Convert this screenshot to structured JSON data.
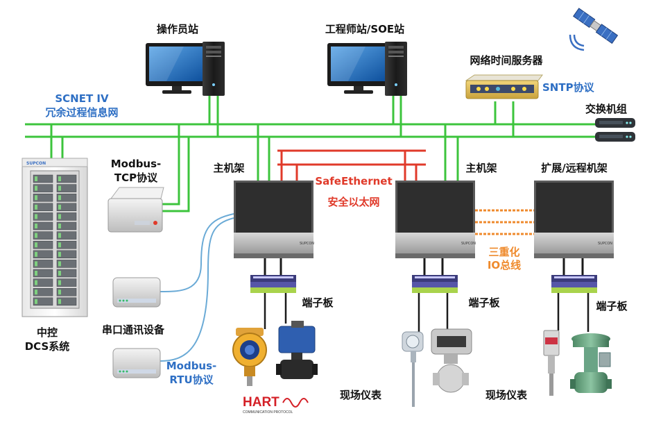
{
  "labels": {
    "operator_station": "操作员站",
    "engineer_station": "工程师站/SOE站",
    "time_server": "网络时间服务器",
    "sntp": "SNTP协议",
    "switch_group": "交换机组",
    "scnet_line1": "SCNET IV",
    "scnet_line2": "冗余过程信息网",
    "modbus_tcp_line1": "Modbus-",
    "modbus_tcp_line2": "TCP协议",
    "main_rack_1": "主机架",
    "main_rack_2": "主机架",
    "ext_rack": "扩展/远程机架",
    "safeethernet_line1": "SafeEthernet",
    "safeethernet_line2": "安全以太网",
    "triple_io_line1": "三重化",
    "triple_io_line2": "IO总线",
    "terminal_1": "端子板",
    "terminal_2": "端子板",
    "terminal_3": "端子板",
    "serial_device": "串口通讯设备",
    "modbus_rtu_line1": "Modbus-",
    "modbus_rtu_line2": "RTU协议",
    "dcs_line1": "中控",
    "dcs_line2": "DCS系统",
    "field_1": "现场仪表",
    "field_2": "现场仪表",
    "hart_logo": "HART",
    "hart_sub": "COMMUNICATION PROTOCOL",
    "cabinet_brand": "SUPCON",
    "rack_brand": "SUPCON"
  },
  "colors": {
    "network": "#3cc43c",
    "safeethernet": "#e03a2a",
    "io_bus": "#ef8a2c",
    "serial": "#6aaad6",
    "label_blue": "#2e6fc4"
  },
  "icons": {
    "satellite": "satellite-icon",
    "operator_pc": "desktop-computer-icon",
    "engineer_pc": "desktop-computer-icon",
    "time_server": "time-server-device-icon",
    "switch": "network-switch-icon",
    "modbus_server": "server-box-icon",
    "serial_device": "serial-device-icon",
    "dcs_cabinet": "dcs-cabinet-icon",
    "rack": "controller-rack-icon",
    "terminal_board": "terminal-board-icon",
    "pressure_transmitter": "pressure-transmitter-icon",
    "actuator_valve": "actuator-valve-icon",
    "temperature_sensor": "temperature-sensor-icon",
    "control_valve": "control-valve-icon"
  }
}
